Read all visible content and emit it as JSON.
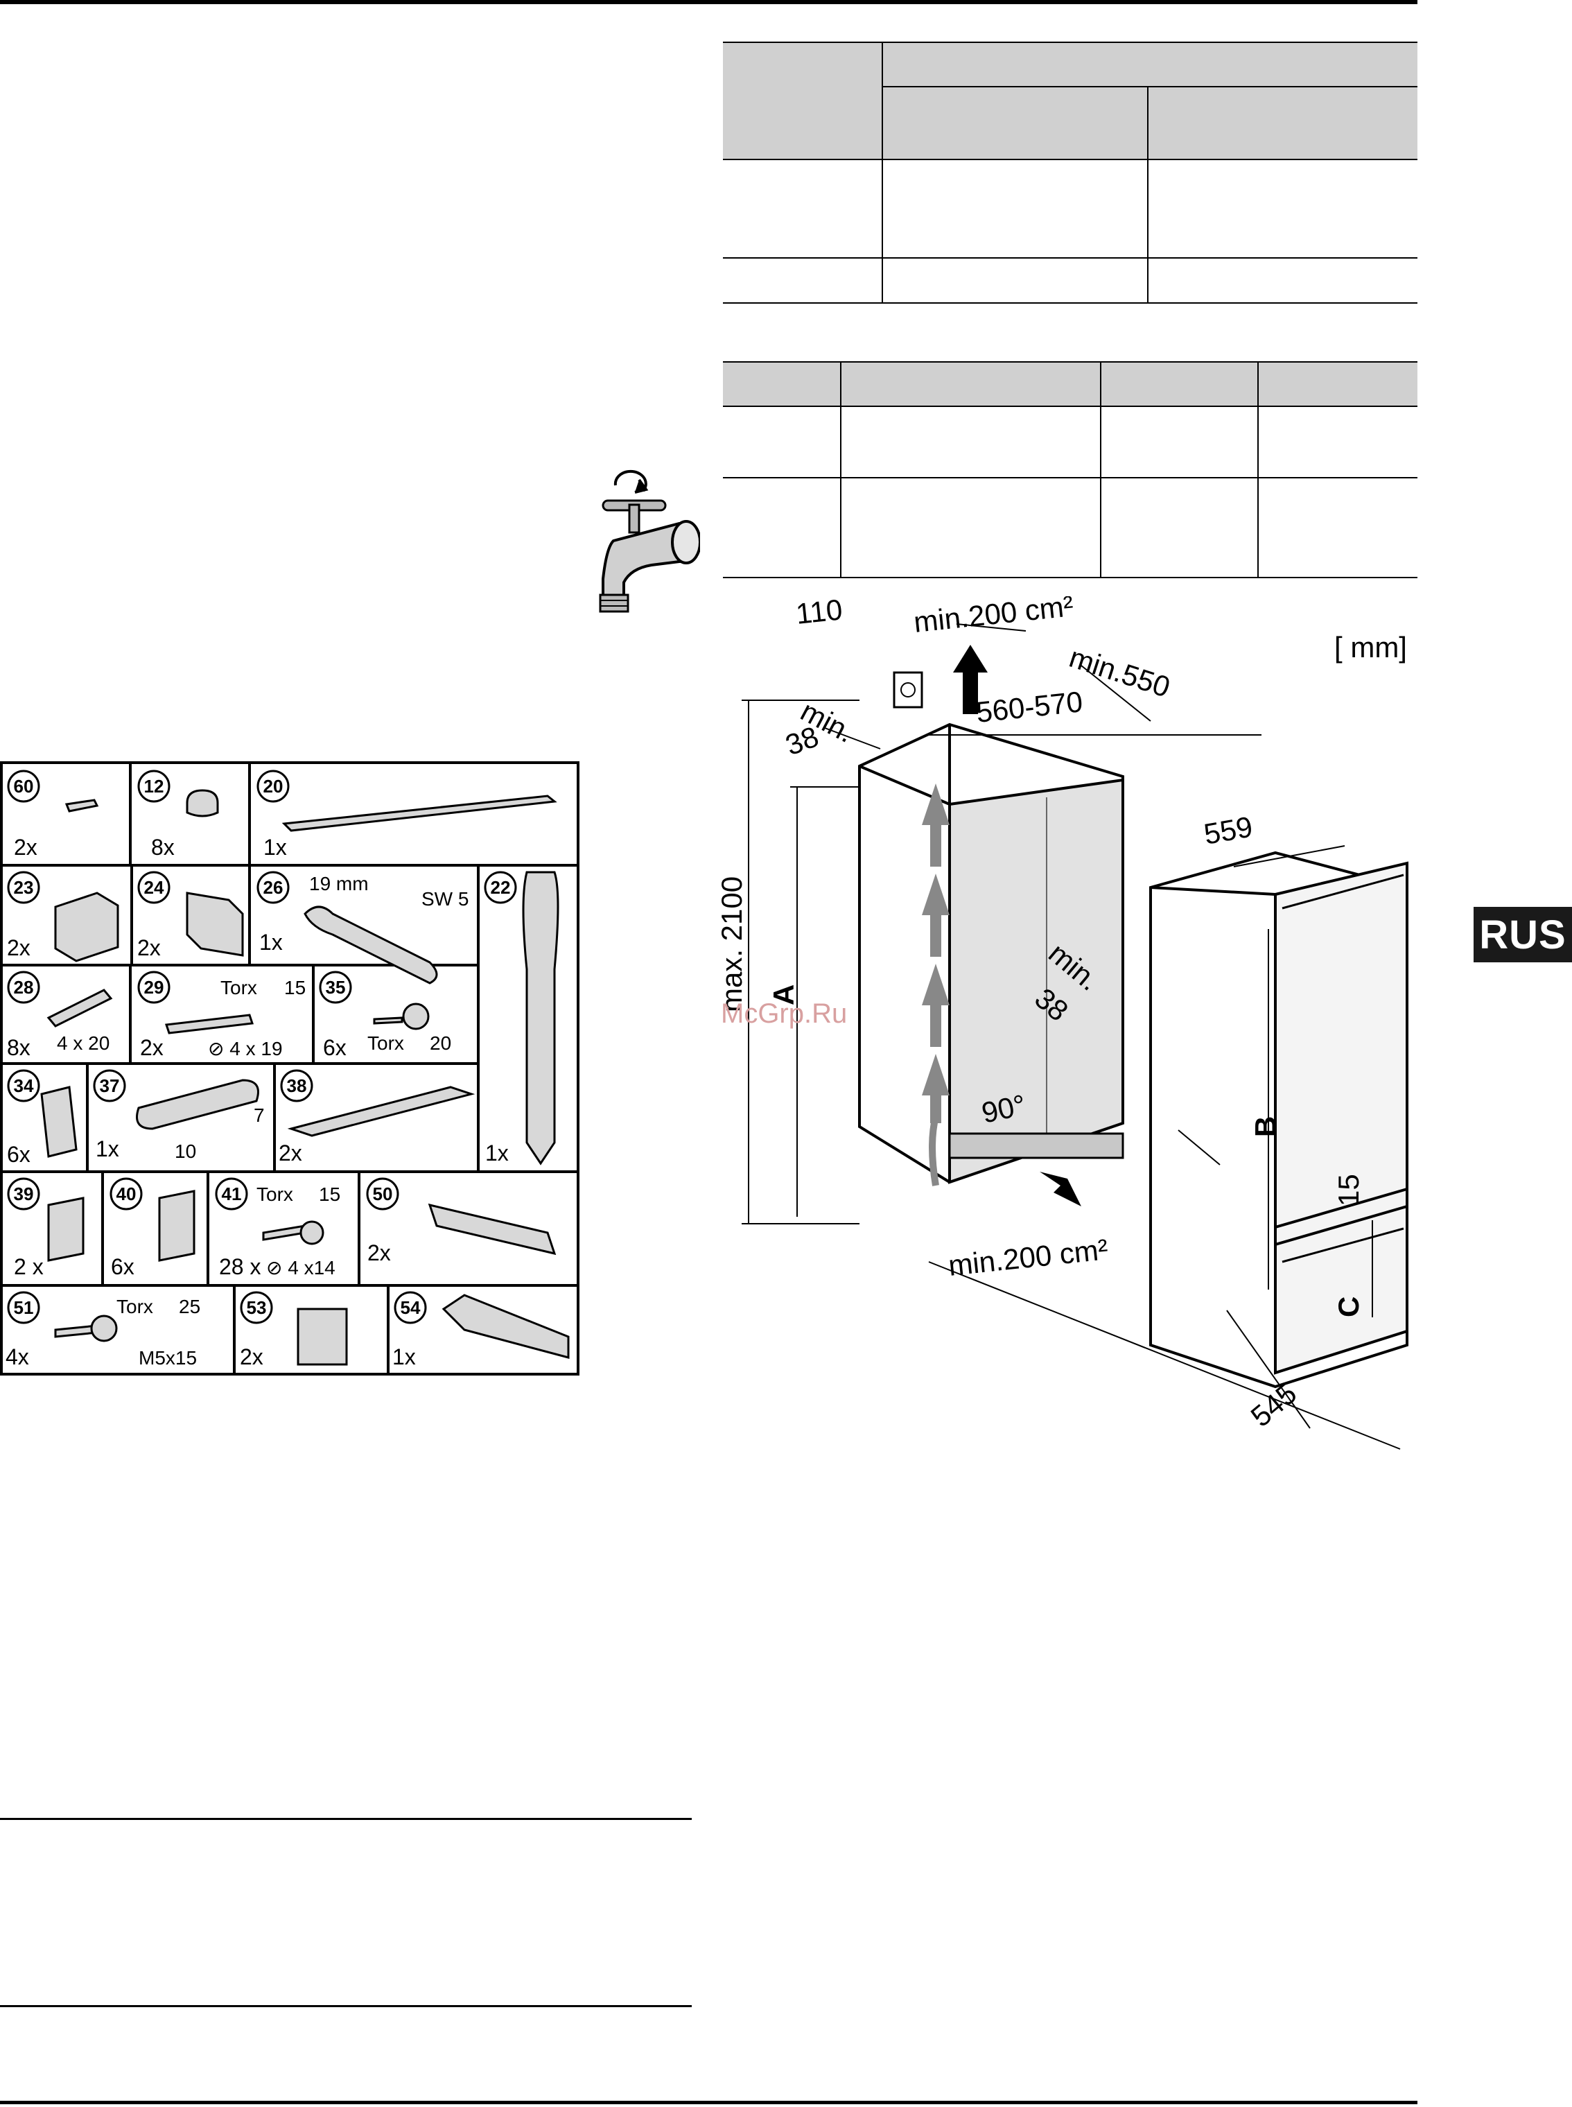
{
  "page": {
    "language_tab": "RUS",
    "watermark": "McGrp.Ru",
    "accent_color": "#1a1a1a"
  },
  "parts_panel": {
    "cells": [
      {
        "id": "60",
        "qty": "2x"
      },
      {
        "id": "12",
        "qty": "8x"
      },
      {
        "id": "20",
        "qty": "1x"
      },
      {
        "id": "23",
        "qty": "2x"
      },
      {
        "id": "24",
        "qty": "2x"
      },
      {
        "id": "26",
        "qty": "1x",
        "note1": "19 mm",
        "note2": "SW 5"
      },
      {
        "id": "22",
        "qty": "1x"
      },
      {
        "id": "28",
        "qty": "8x",
        "size": "4 x 20"
      },
      {
        "id": "29",
        "qty": "2x",
        "torx": "Torx",
        "torx_num": "15",
        "size": "⊘ 4 x 19"
      },
      {
        "id": "35",
        "qty": "6x",
        "torx": "Torx",
        "torx_num": "20"
      },
      {
        "id": "34",
        "qty": "6x"
      },
      {
        "id": "37",
        "qty": "1x",
        "n1": "7",
        "n2": "10"
      },
      {
        "id": "38",
        "qty": "2x"
      },
      {
        "id": "39",
        "qty": "2 x"
      },
      {
        "id": "40",
        "qty": "6x"
      },
      {
        "id": "41",
        "qty": "28 x",
        "torx": "Torx",
        "torx_num": "15",
        "size": "⊘ 4 x14"
      },
      {
        "id": "50",
        "qty": "2x"
      },
      {
        "id": "51",
        "qty": "4x",
        "torx": "Torx",
        "torx_num": "25",
        "size": "M5x15"
      },
      {
        "id": "53",
        "qty": "2x"
      },
      {
        "id": "54",
        "qty": "1x"
      }
    ]
  },
  "diagram": {
    "units": "[ mm]",
    "d110": "110",
    "vent_top": "min.200 cm²",
    "vent_bottom": "min.200 cm²",
    "min550": "min.550",
    "min38_a": "min.",
    "min38_b": "38",
    "d560_570": "560-570",
    "d559": "559",
    "max2100": "max. 2100",
    "label_a": "A",
    "label_b": "B",
    "label_c": "C",
    "d15": "15",
    "d545": "545",
    "angle": "90°",
    "min38_side_a": "min.",
    "min38_side_b": "38"
  }
}
